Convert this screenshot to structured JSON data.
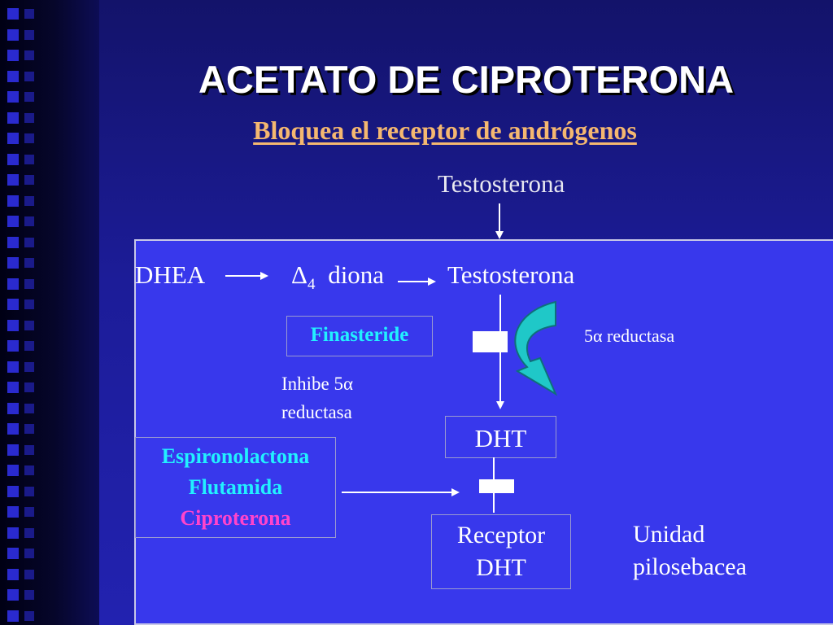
{
  "title": "ACETATO DE CIPROTERONA",
  "subtitle": "Bloquea el receptor de andrógenos",
  "diagram": {
    "testosterona_top": "Testosterona",
    "dhea": "DHEA",
    "delta4": "Δ",
    "delta4_sub": "4",
    "diona": "diona",
    "testosterona": "Testosterona",
    "finasteride": "Finasteride",
    "reductasa_5a": "5α reductasa",
    "inhibe_line1": "Inhibe 5α",
    "inhibe_line2": "reductasa",
    "dht": "DHT",
    "drugs": [
      "Espironolactona",
      "Flutamida",
      "Ciproterona"
    ],
    "receptor_line1": "Receptor",
    "receptor_line2": "DHT",
    "unidad_line1": "Unidad",
    "unidad_line2": "pilosebacea"
  },
  "colors": {
    "title": "#ffffff",
    "subtitle": "#f5b870",
    "panel": "#3838ec",
    "drug_highlight": "#22f0ff",
    "ciproterona": "#ff44cc",
    "curve_arrow": "#1fc8c8"
  }
}
